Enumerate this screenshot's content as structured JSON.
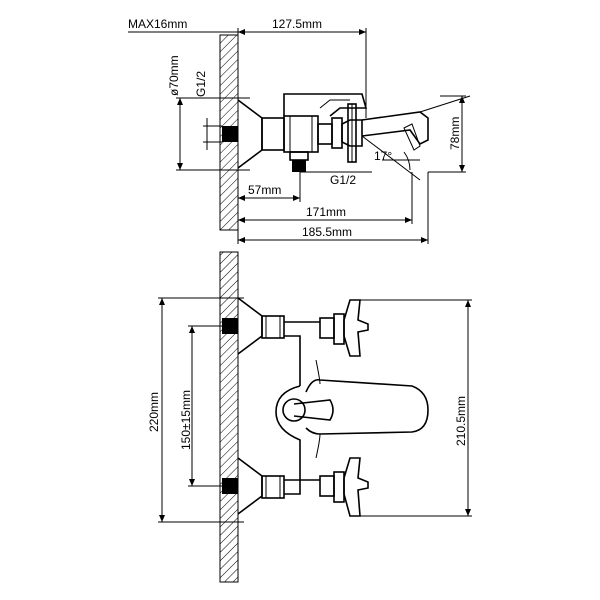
{
  "diagram": {
    "top_view": {
      "labels": {
        "wall_thickness": "MAX16mm",
        "width_top": "127.5mm",
        "diameter": "ø70mm",
        "thread_left": "G1/2",
        "thread_bottom": "G1/2",
        "height": "78mm",
        "angle": "17°",
        "depth_57": "57mm",
        "depth_171": "171mm",
        "depth_185": "185.5mm"
      }
    },
    "front_view": {
      "labels": {
        "total_height": "220mm",
        "center_distance": "150±15mm",
        "outer_height": "210.5mm"
      }
    }
  }
}
